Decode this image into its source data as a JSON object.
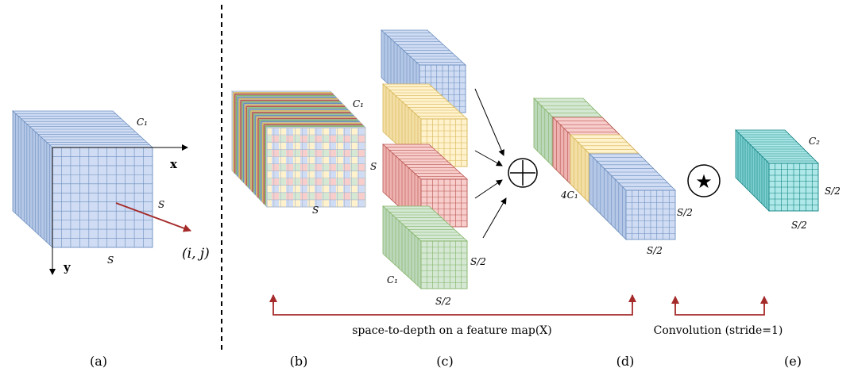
{
  "colors": {
    "blue": "#cfdcf3",
    "blue_dark": "#b4c7e6",
    "blue_line": "#6c8ebf",
    "yellow": "#fff2cc",
    "yellow_dark": "#f3dfa5",
    "yellow_line": "#d6b656",
    "red": "#f8cecc",
    "red_dark": "#eeb3b0",
    "red_line": "#b85450",
    "green": "#d5e8d4",
    "green_dark": "#bcd8ba",
    "green_line": "#82b366",
    "teal": "#aee8e8",
    "teal_dark": "#7fd0d0",
    "teal_line": "#0e8080",
    "arrow_red": "#a52a2a"
  },
  "panel_a": {
    "channel_label": "C₁",
    "x_axis": "x",
    "y_axis": "y",
    "height_label": "S",
    "width_label": "S",
    "pixel_label": "(i, j)"
  },
  "panel_b": {
    "channel_label": "C₁",
    "height_label": "S",
    "width_label": "S"
  },
  "panel_c": {
    "channel_label": "C₁",
    "height_label": "S/2",
    "width_label": "S/2",
    "concat_symbol": "⊕"
  },
  "panel_d": {
    "channel_label": "4C₁",
    "height_label": "S/2",
    "width_label": "S/2",
    "conv_symbol": "★"
  },
  "panel_e": {
    "channel_label": "C₂",
    "height_label": "S/2",
    "width_label": "S/2"
  },
  "brackets": {
    "space_to_depth": "space-to-depth on a feature map(X)",
    "convolution": "Convolution (stride=1)"
  },
  "captions": [
    "(a)",
    "(b)",
    "(c)",
    "(d)",
    "(e)"
  ]
}
